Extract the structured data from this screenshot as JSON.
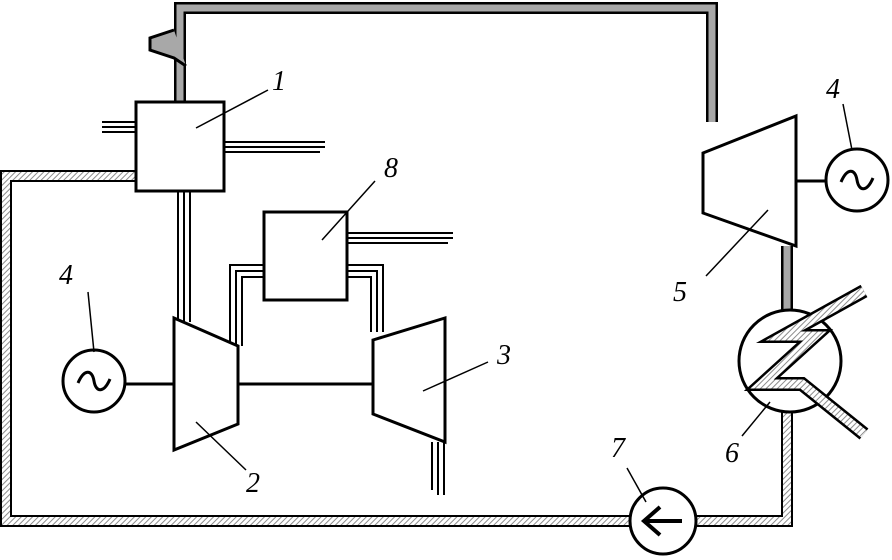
{
  "labels": {
    "boiler": "1",
    "gas_turbine": "2",
    "expander": "3",
    "generator_left": "4",
    "generator_right": "4",
    "steam_turbine": "5",
    "condenser": "6",
    "pump": "7",
    "unit_8": "8"
  },
  "icons": {
    "generator": "tilde-in-circle-icon",
    "pump": "left-arrow-in-circle-icon",
    "condenser": "zigzag-coil-icon"
  },
  "colors": {
    "stroke": "#000000",
    "steam_pipe_fill": "#a8a8a8",
    "water_pipe_hatch": "#8c8c8c",
    "background": "#ffffff"
  }
}
